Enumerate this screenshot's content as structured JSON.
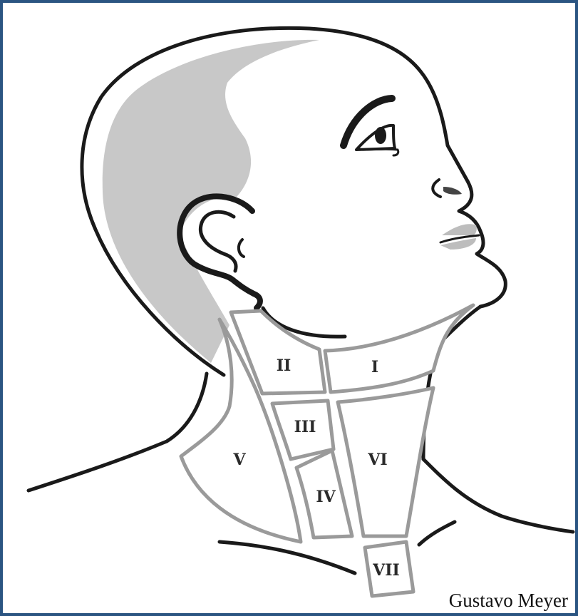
{
  "levels": {
    "I": "I",
    "II": "II",
    "III": "III",
    "IV": "IV",
    "V": "V",
    "VI": "VI",
    "VII": "VII"
  },
  "credit": "Gustavo Meyer",
  "colors": {
    "frame": "#2b5582",
    "outline": "#1a1a1a",
    "hair": "#c8c8c8",
    "zone_border": "#9a9a9a",
    "lip": "#bdbdbd"
  }
}
